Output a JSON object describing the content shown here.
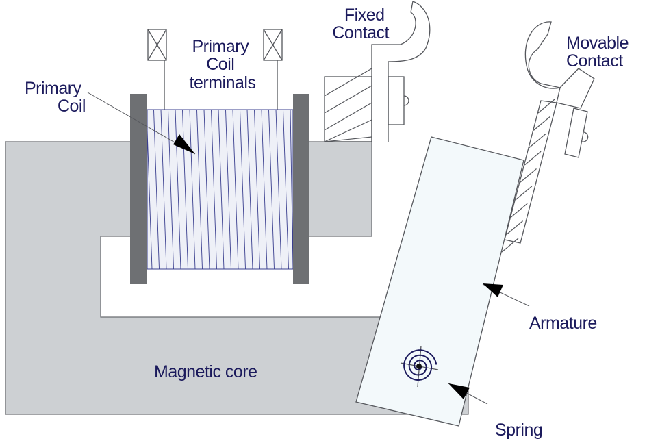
{
  "labels": {
    "primary_coil": [
      "Primary",
      "Coil"
    ],
    "primary_coil_terminals": [
      "Primary",
      "Coil",
      "terminals"
    ],
    "fixed_contact": [
      "Fixed",
      "Contact"
    ],
    "movable_contact": [
      "Movable",
      "Contact"
    ],
    "armature": "Armature",
    "magnetic_core": "Magnetic core",
    "spring": "Spring"
  },
  "colors": {
    "core": "#cdd0d3",
    "flange": "#6e7073",
    "coil_winding": "#3a3f8f",
    "armature": "#f3f9fb",
    "label": "#1b1a5c"
  }
}
